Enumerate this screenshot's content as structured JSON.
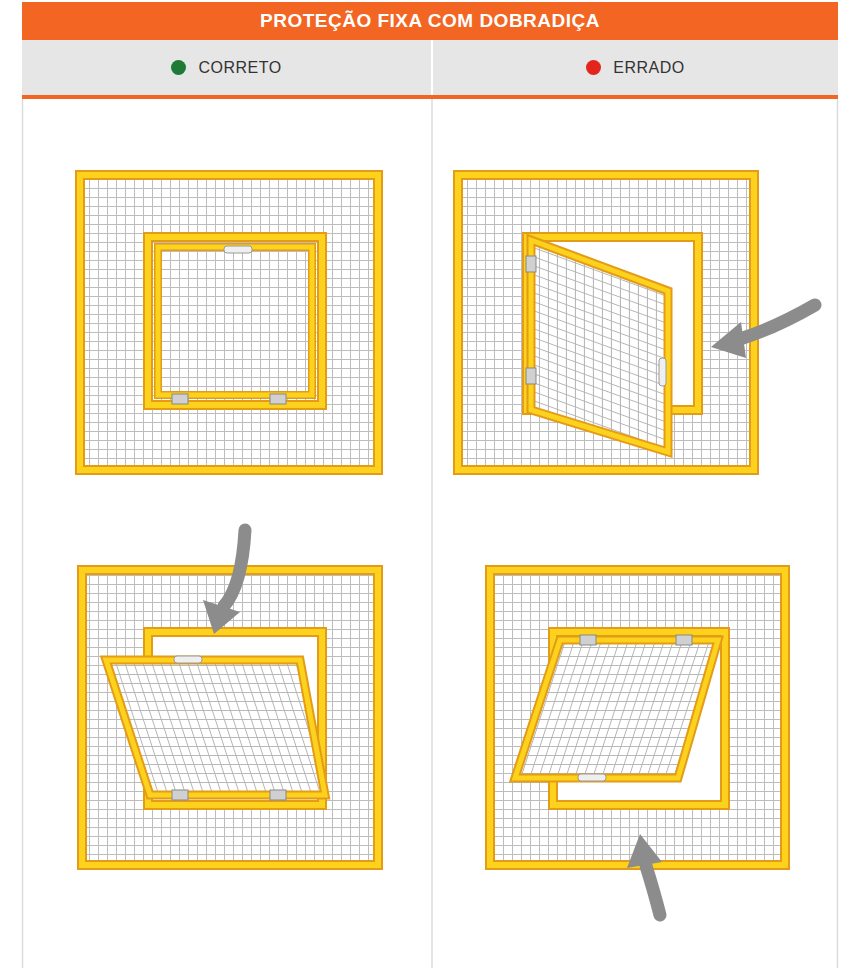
{
  "diagram": {
    "title": "PROTEÇÃO FIXA COM DOBRADIÇA",
    "legend": [
      {
        "text": "CORRETO",
        "color": "#1f7a36"
      },
      {
        "text": "ERRADO",
        "color": "#e3261b"
      }
    ]
  }
}
